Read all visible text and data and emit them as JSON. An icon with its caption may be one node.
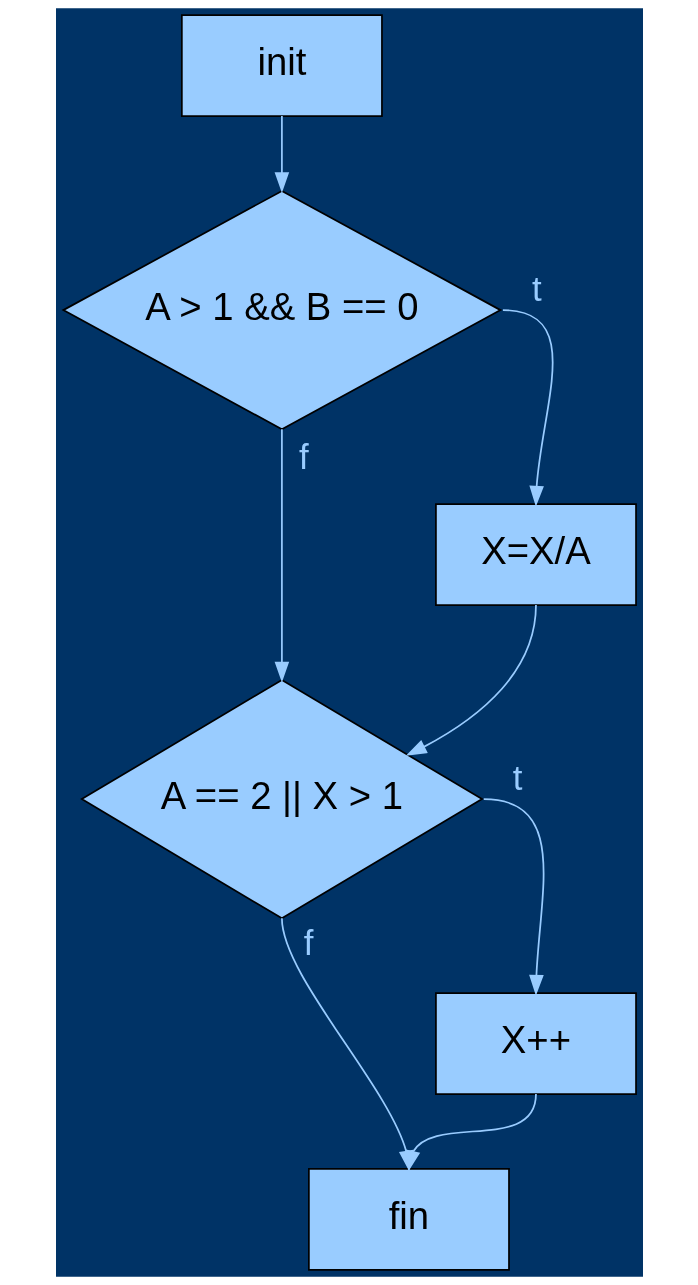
{
  "diagram": {
    "nodes": [
      {
        "text": [
          "init"
        ]
      },
      {
        "text": [
          "A > 1 && B == 0"
        ]
      },
      {
        "text": [
          "X=X/A"
        ]
      },
      {
        "text": [
          "A == 2 || X > 1"
        ]
      },
      {
        "text": [
          "X++"
        ]
      },
      {
        "text": [
          "fin"
        ]
      }
    ],
    "edges": [
      {
        "from": 0,
        "to": 1,
        "arrow": "to"
      },
      {
        "from": 1,
        "to": 2,
        "arrow": "to",
        "label": "t"
      },
      {
        "from": 1,
        "to": 3,
        "arrow": "to",
        "label": "f"
      },
      {
        "from": 2,
        "to": 3,
        "arrow": "to"
      },
      {
        "from": 3,
        "to": 4,
        "arrow": "to",
        "label": "t"
      },
      {
        "from": 3,
        "to": 5,
        "arrow": "to",
        "label": "f"
      },
      {
        "from": 4,
        "to": 5,
        "arrow": "to"
      }
    ]
  }
}
